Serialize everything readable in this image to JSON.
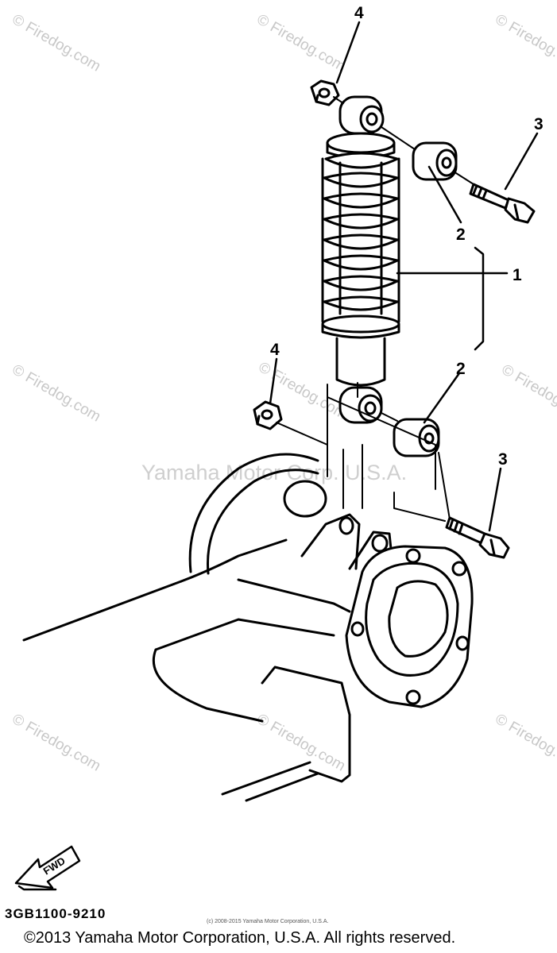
{
  "callouts": {
    "c1": "1",
    "c2a": "2",
    "c2b": "2",
    "c3a": "3",
    "c3b": "3",
    "c4a": "4",
    "c4b": "4"
  },
  "fwd_label": "FWD",
  "part_code": "3GB1100-9210",
  "watermarks": {
    "firedog": "© Firedog.com",
    "yamaha": "Yamaha Motor Corp. U.S.A."
  },
  "small_copyright": "(c) 2008-2015 Yamaha Motor Corporation, U.S.A.",
  "footer": "©2013 Yamaha Motor Corporation, U.S.A. All rights reserved.",
  "colors": {
    "ink": "#000000",
    "watermark": "#c8c8c8",
    "background": "#ffffff"
  }
}
